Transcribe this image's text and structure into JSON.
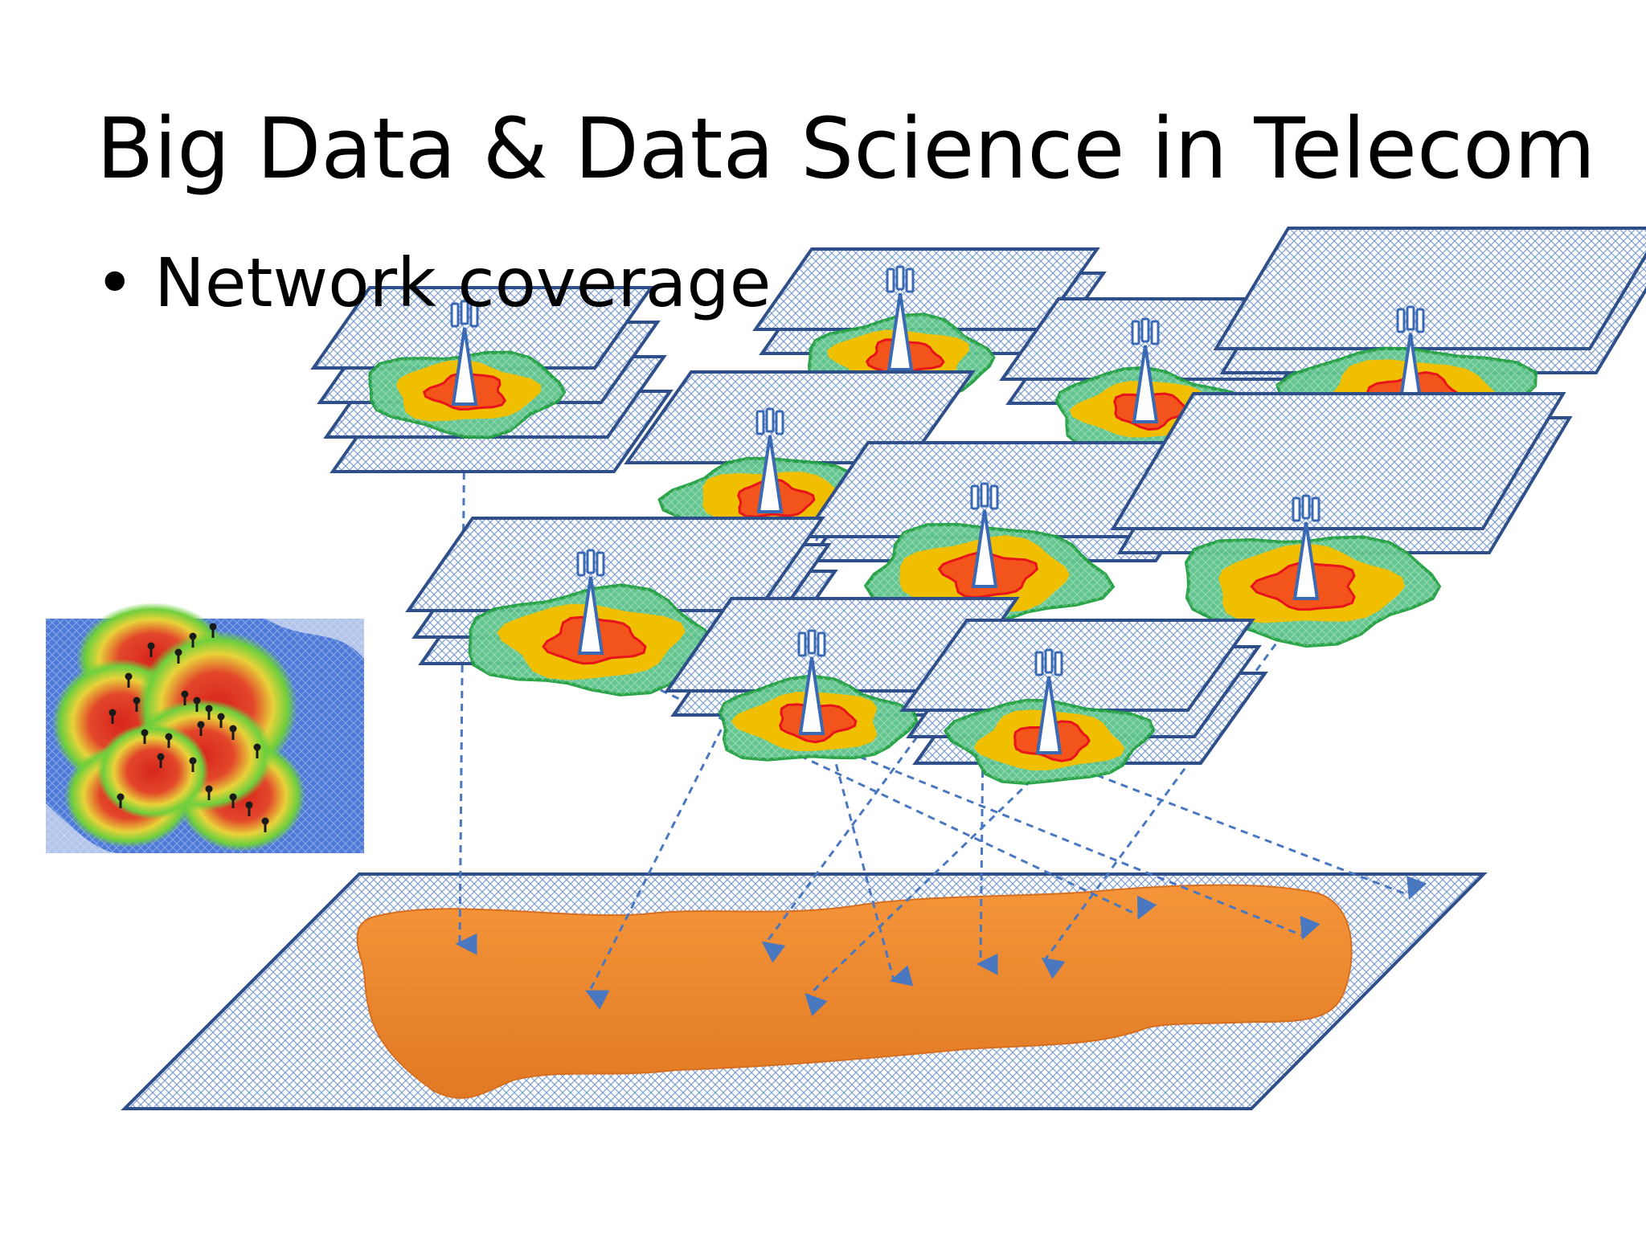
{
  "slide": {
    "title": "Big Data & Data Science in Telecom",
    "bullets": [
      {
        "marker": "•",
        "text": "Network coverage"
      }
    ]
  },
  "diagram": {
    "icons": [
      "cell-tower-icon"
    ],
    "layer_stacks": [
      {
        "name": "stack-1",
        "layers": 4
      },
      {
        "name": "stack-2",
        "layers": 2
      },
      {
        "name": "stack-3",
        "layers": 2
      },
      {
        "name": "stack-4",
        "layers": 2
      },
      {
        "name": "stack-5",
        "layers": 1
      },
      {
        "name": "stack-6",
        "layers": 2
      },
      {
        "name": "stack-7",
        "layers": 2
      },
      {
        "name": "stack-8",
        "layers": 3
      },
      {
        "name": "stack-9",
        "layers": 2
      },
      {
        "name": "stack-10",
        "layers": 3
      }
    ],
    "colors": {
      "grid_stroke": "#2f4f8a",
      "grid_hatch": "#7f9fd0",
      "coverage_outer": "#5cc48a",
      "coverage_outer_stroke": "#1fa040",
      "coverage_mid": "#f0c000",
      "coverage_core": "#f2541b",
      "coverage_core_stroke": "#e8141b",
      "aggregate_fill": "#f0882e",
      "arrow": "#4a78c0",
      "tower": "#ffffff",
      "tower_stroke": "#3b6ab5",
      "heatmap_bg": "#4d7ad8"
    }
  }
}
